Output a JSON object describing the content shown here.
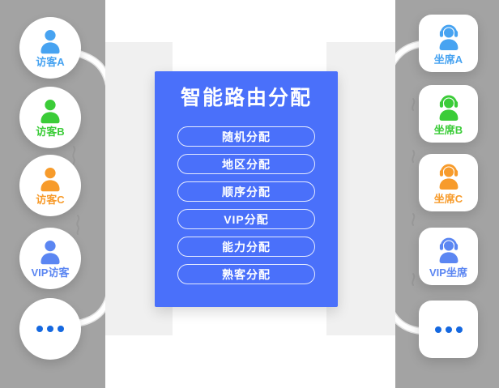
{
  "routing_panel": {
    "title": "智能路由分配",
    "methods": [
      "随机分配",
      "地区分配",
      "顺序分配",
      "VIP分配",
      "能力分配",
      "熟客分配"
    ]
  },
  "visitors": {
    "items": [
      {
        "label": "访客A",
        "icon": "person-icon",
        "color": "#47a3f1"
      },
      {
        "label": "访客B",
        "icon": "person-icon",
        "color": "#3bcc38"
      },
      {
        "label": "访客C",
        "icon": "person-icon",
        "color": "#f79b2b"
      },
      {
        "label": "VIP访客",
        "icon": "person-icon",
        "color": "#5b86f2"
      },
      {
        "label": "",
        "icon": "ellipsis-icon",
        "color": "#1568e0"
      }
    ]
  },
  "agents": {
    "items": [
      {
        "label": "坐席A",
        "icon": "agent-headset-icon",
        "color": "#47a3f1"
      },
      {
        "label": "坐席B",
        "icon": "agent-headset-icon",
        "color": "#3bcc38"
      },
      {
        "label": "坐席C",
        "icon": "agent-headset-icon",
        "color": "#f79b2b"
      },
      {
        "label": "VIP坐席",
        "icon": "agent-headset-icon",
        "color": "#5b86f2"
      },
      {
        "label": "",
        "icon": "ellipsis-icon",
        "color": "#1568e0"
      }
    ]
  },
  "colors": {
    "panel_blue": "#4a70fa",
    "band_gray": "#a3a3a3",
    "light_gray": "#f0f0f0",
    "connector_white": "#ffffff"
  }
}
